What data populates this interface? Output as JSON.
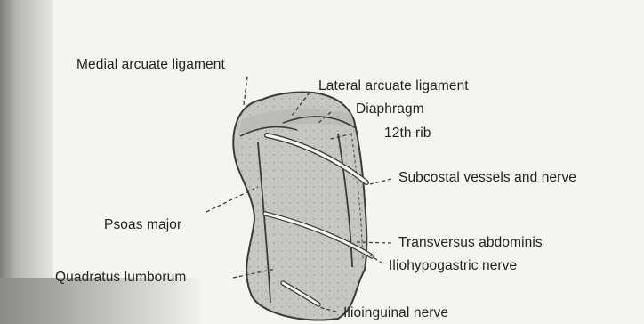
{
  "labels": {
    "medial_arcuate_ligament": "Medial arcuate ligament",
    "lateral_arcuate_ligament": "Lateral arcuate ligament",
    "diaphragm": "Diaphragm",
    "rib_12": "12th rib",
    "subcostal": "Subcostal vessels and nerve",
    "psoas_major": "Psoas major",
    "transversus_abdominis": "Transversus abdominis",
    "iliohypogastric": "Iliohypogastric nerve",
    "quadratus_lumborum": "Quadratus lumborum",
    "ilioinguinal": "Ilioinguinal nerve"
  },
  "colors": {
    "muscle_fill": "#c6c6c2",
    "outline": "#3b3b3b",
    "nerve": "#f6f6f3",
    "text": "#222222"
  }
}
